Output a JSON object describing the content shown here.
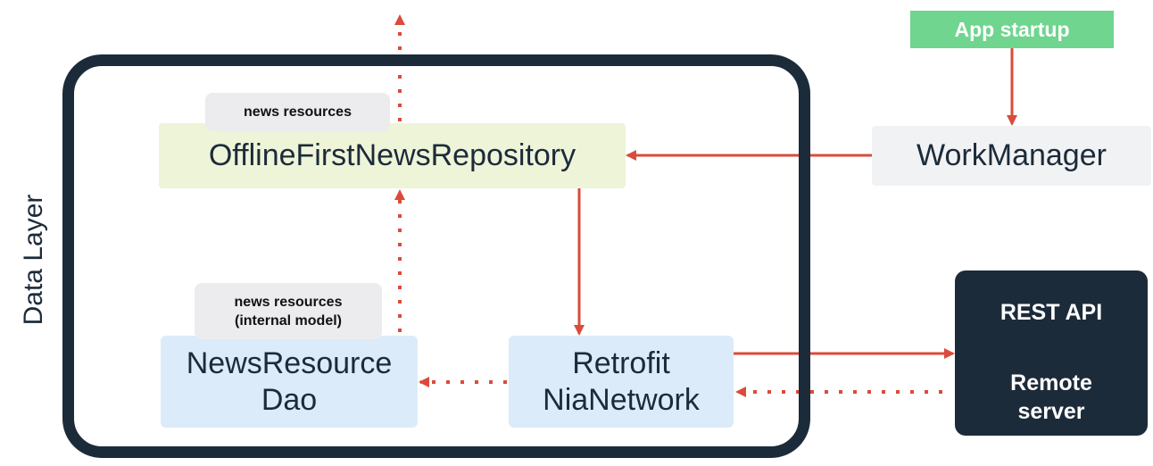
{
  "layer": {
    "label": "Data Layer",
    "frame_color": "#1c2b3a"
  },
  "startup": {
    "label": "App startup",
    "color": "#6fd58f"
  },
  "chip_top": {
    "label": "news resources"
  },
  "chip_bottom": {
    "line1": "news resources",
    "line2": "(internal model)"
  },
  "repository": {
    "label": "OfflineFirstNewsRepository",
    "color": "#eef4d8"
  },
  "workmanager": {
    "label": "WorkManager",
    "color": "#f1f2f4"
  },
  "dao": {
    "line1": "NewsResource",
    "line2": "Dao",
    "color": "#dbebf9"
  },
  "network": {
    "line1": "Retrofit",
    "line2": "NiaNetwork",
    "color": "#dbebf9"
  },
  "server": {
    "api": "REST API",
    "line1": "Remote",
    "line2": "server",
    "color": "#1c2b3a"
  },
  "arrows": {
    "color": "#db4b3b"
  }
}
